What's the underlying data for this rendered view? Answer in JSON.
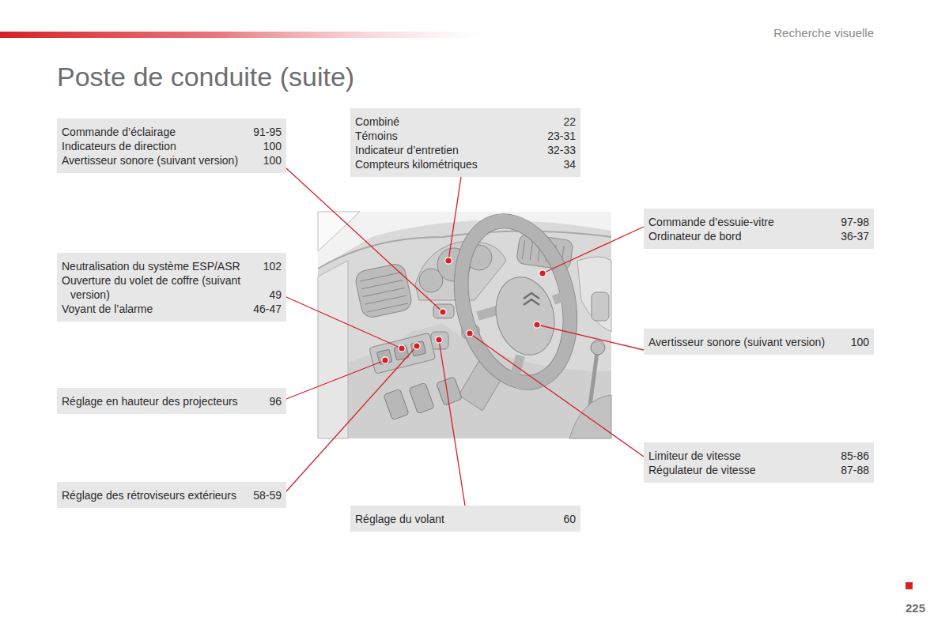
{
  "diagram": {
    "title": "Poste de conduite (suite)",
    "nodes": [
      {
        "text": [
          "Combiné",
          "22",
          "Témoins",
          "23-31",
          "Indicateur d’entretien",
          "32-33",
          "Compteurs kilométriques",
          "34"
        ]
      },
      {
        "text": [
          "Commande d’éclairage",
          "91-95",
          "Indicateurs de direction",
          "100",
          "Avertisseur sonore (suivant version)",
          "100"
        ]
      },
      {
        "text": [
          "Commande d’essuie-vitre",
          "97-98",
          "Ordinateur de bord",
          "36-37"
        ]
      },
      {
        "text": [
          "Neutralisation du système ESP/ASR",
          "102",
          "Ouverture du volet de coffre (suivant version)",
          "49",
          "Voyant de l’alarme",
          "46-47"
        ]
      },
      {
        "text": [
          "Avertisseur sonore (suivant version)",
          "100"
        ]
      },
      {
        "text": [
          "Réglage en hauteur des projecteurs",
          "96"
        ]
      },
      {
        "text": [
          "Limiteur de vitesse",
          "85-86",
          "Régulateur de vitesse",
          "87-88"
        ]
      },
      {
        "text": [
          "Réglage des rétroviseurs extérieurs",
          "58-59"
        ]
      },
      {
        "text": [
          "Réglage du volant",
          "60"
        ]
      }
    ],
    "labels": [
      "Recherche visuelle",
      "225"
    ]
  }
}
